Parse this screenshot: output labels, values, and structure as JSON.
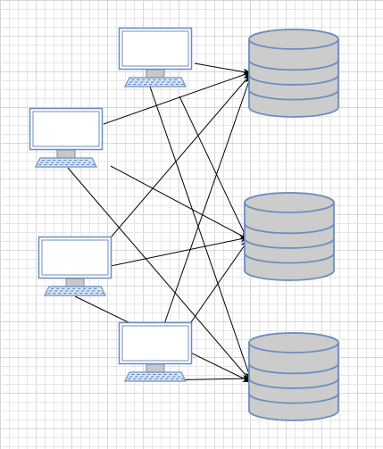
{
  "diagram": {
    "colors": {
      "grid": "#e6e6e6",
      "grid_major": "#d6d6d6",
      "edge": "#000000",
      "computer_outline": "#6c8ebf",
      "computer_screen": "#ffffff",
      "computer_base": "#c8c8c8",
      "keyboard_fill": "#dae8fc",
      "database_fill": "#cccccc",
      "database_outline": "#6c8ebf"
    },
    "nodes": [
      {
        "id": "pc-1",
        "icon": "computer-icon"
      },
      {
        "id": "pc-2",
        "icon": "computer-icon"
      },
      {
        "id": "pc-3",
        "icon": "computer-icon"
      },
      {
        "id": "pc-4",
        "icon": "computer-icon"
      },
      {
        "id": "db-1",
        "icon": "database-icon"
      },
      {
        "id": "db-2",
        "icon": "database-icon"
      },
      {
        "id": "db-3",
        "icon": "database-icon"
      }
    ],
    "edges": [
      {
        "from": "pc-1",
        "to": "db-1"
      },
      {
        "from": "pc-1",
        "to": "db-2"
      },
      {
        "from": "pc-1",
        "to": "db-3"
      },
      {
        "from": "pc-2",
        "to": "db-1"
      },
      {
        "from": "pc-2",
        "to": "db-2"
      },
      {
        "from": "pc-2",
        "to": "db-3"
      },
      {
        "from": "pc-3",
        "to": "db-1"
      },
      {
        "from": "pc-3",
        "to": "db-2"
      },
      {
        "from": "pc-3",
        "to": "db-3"
      },
      {
        "from": "pc-4",
        "to": "db-1"
      },
      {
        "from": "pc-4",
        "to": "db-2"
      },
      {
        "from": "pc-4",
        "to": "db-3"
      }
    ]
  }
}
